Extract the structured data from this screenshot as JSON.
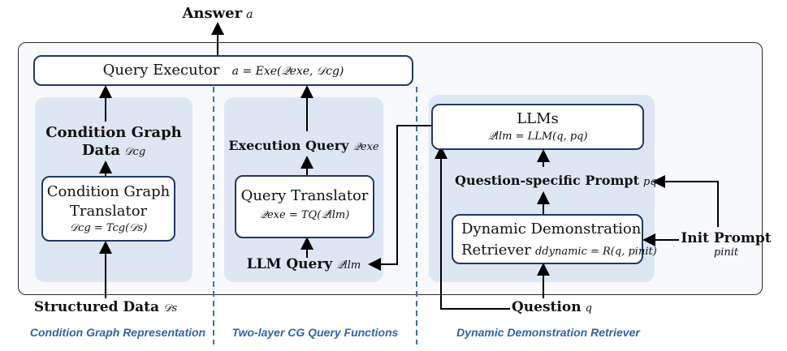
{
  "answer": {
    "label": "Answer",
    "symbol": "a"
  },
  "executor": {
    "label": "Query Executor",
    "formula": "a = Exe(𝒬exe, 𝒟cg)"
  },
  "left": {
    "title_line1": "Condition Graph",
    "title_line2": "Data",
    "title_symbol": "𝒟cg",
    "translator_line1": "Condition Graph",
    "translator_line2": "Translator",
    "translator_formula": "𝒟cg = Tcg(𝒟s)",
    "input_label": "Structured Data",
    "input_symbol": "𝒟s",
    "section": "Condition Graph Representation"
  },
  "middle": {
    "exec_query_label": "Execution Query",
    "exec_query_symbol": "𝒬exe",
    "translator_label": "Query Translator",
    "translator_formula": "𝒬exe = TQ(𝒬llm)",
    "llm_query_label": "LLM Query",
    "llm_query_symbol": "𝒬llm",
    "section": "Two-layer CG Query Functions"
  },
  "right": {
    "llm_label": "LLMs",
    "llm_formula": "𝒬llm = LLM(q, pq)",
    "prompt_label": "Question-specific Prompt",
    "prompt_symbol": "pq",
    "retriever_line1": "Dynamic Demonstration",
    "retriever_line2": "Retriever",
    "retriever_formula": "ddynamic = R(q, pinit)",
    "init_label": "Init Prompt",
    "init_symbol": "pinit",
    "question_label": "Question",
    "question_symbol": "q",
    "section": "Dynamic Demonstration Retriever"
  },
  "colors": {
    "panel": "#dde7f4",
    "box_border": "#1e3a66",
    "section_text": "#3464a8",
    "divider": "#3f6fb5"
  }
}
